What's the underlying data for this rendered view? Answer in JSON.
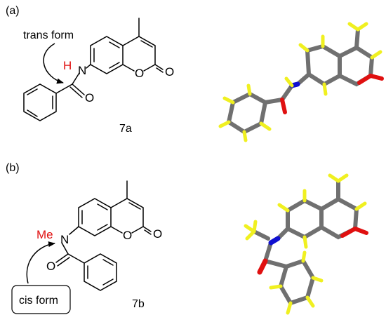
{
  "panel_a": {
    "label": "(a)",
    "annotation": "trans form",
    "compound": "7a",
    "atoms": {
      "H": "H",
      "N": "N",
      "O_amide": "O",
      "O_ring": "O",
      "O_carbonyl": "O"
    }
  },
  "panel_b": {
    "label": "(b)",
    "annotation": "cis form",
    "compound": "7b",
    "atoms": {
      "Me": "Me",
      "N": "N",
      "O_amide": "O",
      "O_ring": "O",
      "O_carbonyl": "O"
    }
  },
  "colors": {
    "bond": "#000000",
    "highlight": "#e01010",
    "carbon": "#707070",
    "hydrogen": "#f0f020",
    "nitrogen": "#1010d0",
    "oxygen": "#e01010"
  }
}
